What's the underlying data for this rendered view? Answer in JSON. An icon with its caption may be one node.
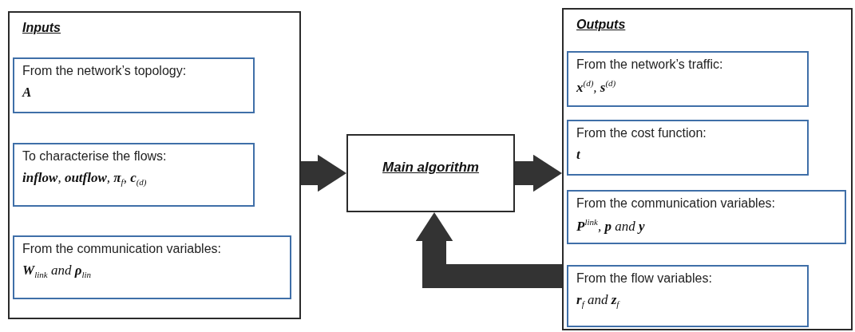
{
  "diagram": {
    "nodes": [
      {
        "text": [
          "Inputs"
        ]
      },
      {
        "text": [
          "From the network’s topology:",
          "**A**"
        ],
        "in": 0
      },
      {
        "text": [
          "To characterise the flows:",
          "**inflow**, **outflow**, **π**$_{f}$, **c**$_{(d)}$"
        ],
        "in": 0
      },
      {
        "text": [
          "From the communication variables:",
          "**W**$_{link}$ and **ρ**$_{lin}$"
        ],
        "in": 0
      },
      {
        "text": [
          "Main algorithm"
        ]
      },
      {
        "text": [
          "Outputs"
        ]
      },
      {
        "text": [
          "From the network’s traffic:",
          "**x**$^{(d)}$, **s**$^{(d)}$"
        ],
        "in": 5
      },
      {
        "text": [
          "From the cost function:",
          "**t**"
        ],
        "in": 5
      },
      {
        "text": [
          "From the communication variables:",
          "**P**$^{link}$, **p** and **y**"
        ],
        "in": 5
      },
      {
        "text": [
          "From the flow variables:",
          "**r**$_{f}$ and **z**$_{f}$"
        ],
        "in": 5
      }
    ],
    "edges": [
      {
        "from": 0,
        "to": 4,
        "arrow": "to"
      },
      {
        "from": 4,
        "to": 5,
        "arrow": "to"
      },
      {
        "from": 5,
        "to": 4,
        "arrow": "to"
      }
    ]
  }
}
